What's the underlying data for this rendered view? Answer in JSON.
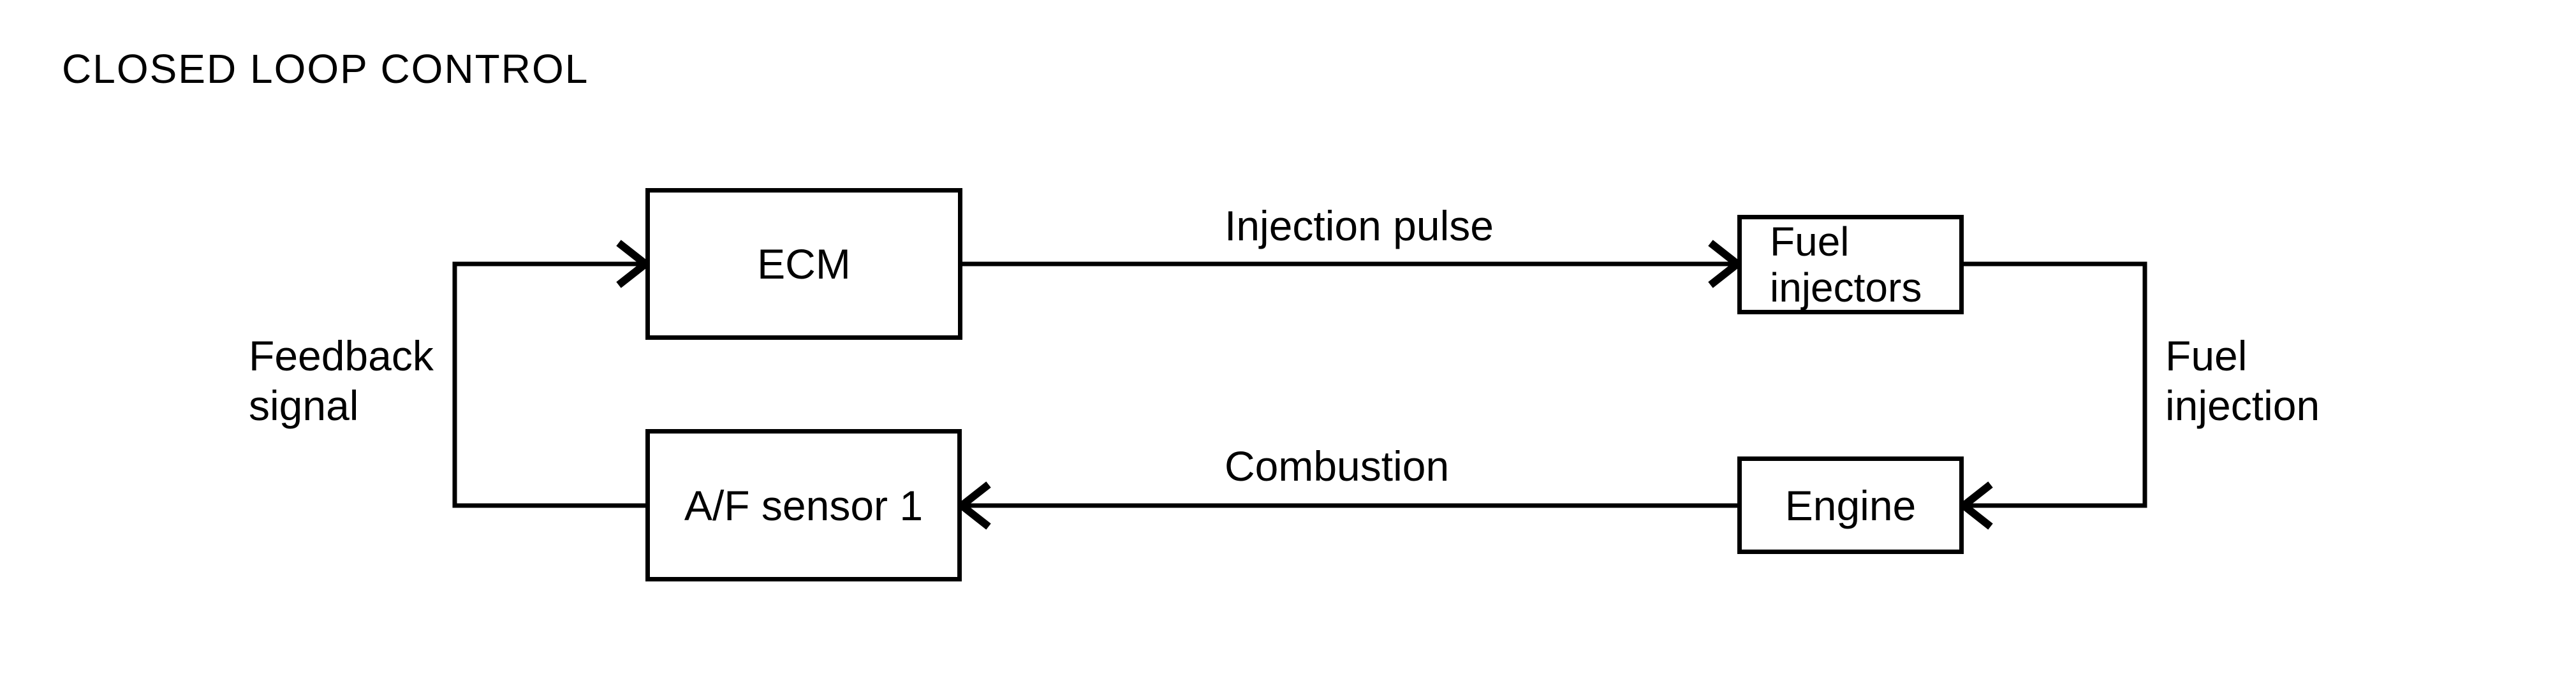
{
  "title": "CLOSED LOOP CONTROL",
  "colors": {
    "ink": "#000000",
    "background": "#ffffff"
  },
  "nodes": {
    "ecm": {
      "label": "ECM"
    },
    "fuel_injectors": {
      "lines": [
        "Fuel",
        "injectors"
      ]
    },
    "engine": {
      "label": "Engine"
    },
    "af_sensor": {
      "label": "A/F sensor 1"
    }
  },
  "edges": {
    "injection_pulse": {
      "label": "Injection pulse",
      "from": "ECM",
      "to": "Fuel injectors"
    },
    "fuel_injection": {
      "lines": [
        "Fuel",
        "injection"
      ],
      "from": "Fuel injectors",
      "to": "Engine"
    },
    "combustion": {
      "label": "Combustion",
      "from": "Engine",
      "to": "A/F sensor 1"
    },
    "feedback_signal": {
      "lines": [
        "Feedback",
        "signal"
      ],
      "from": "A/F sensor 1",
      "to": "ECM"
    }
  }
}
